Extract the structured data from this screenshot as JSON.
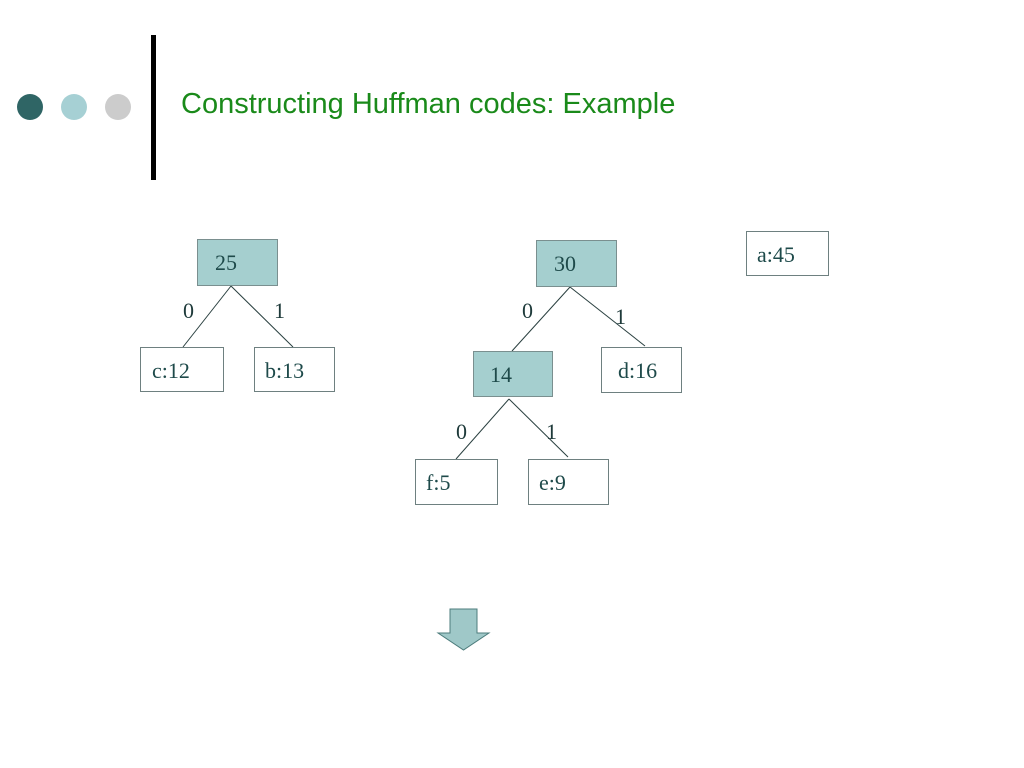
{
  "slide": {
    "title": "Constructing Huffman codes: Example",
    "bullet_colors": [
      "#2f6565",
      "#a6d0d4",
      "#cccccc"
    ],
    "title_color": "#1a8a1a"
  },
  "tree1": {
    "root": "25",
    "left_edge": "0",
    "right_edge": "1",
    "left_leaf": "c:12",
    "right_leaf": "b:13"
  },
  "tree2": {
    "root": "30",
    "left_edge": "0",
    "right_edge": "1",
    "mid": "14",
    "right_leaf": "d:16",
    "mid_left_edge": "0",
    "mid_right_edge": "1",
    "mid_left_leaf": "f:5",
    "mid_right_leaf": "e:9"
  },
  "standalone_leaf": "a:45",
  "icons": {
    "next_step": "down-arrow-icon"
  },
  "colors": {
    "internal_node": "#a5cfcf",
    "arrow_fill": "#9fc8c8"
  }
}
